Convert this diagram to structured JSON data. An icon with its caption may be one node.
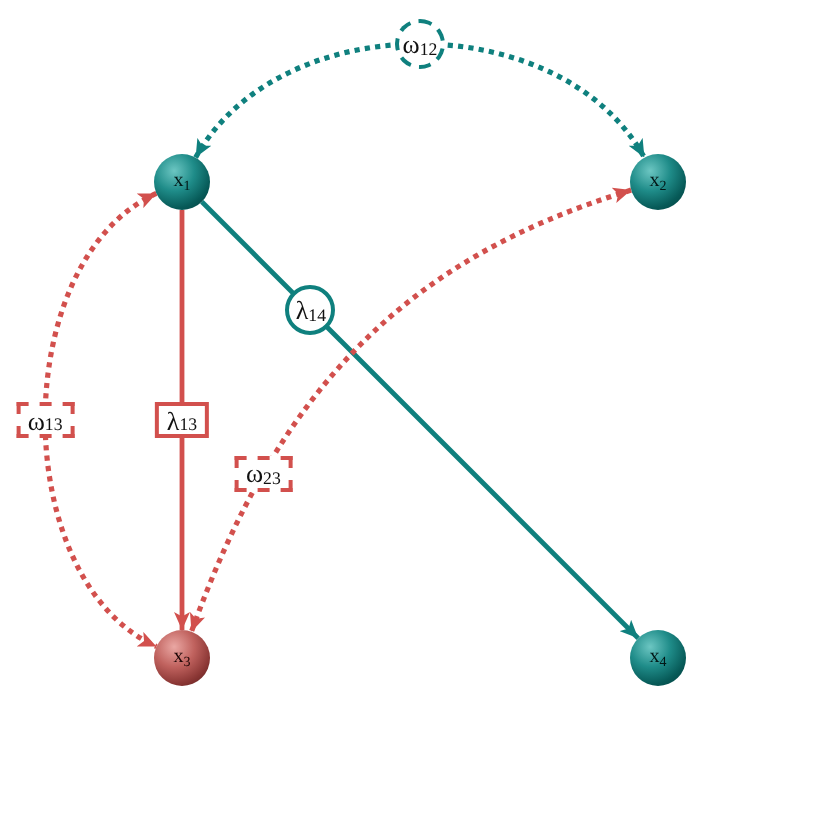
{
  "diagram": {
    "nodes": [
      {
        "text": [
          "x$_{1}$"
        ]
      },
      {
        "text": [
          "x$_{2}$"
        ]
      },
      {
        "text": [
          "x$_{3}$"
        ]
      },
      {
        "text": [
          "x$_{4}$"
        ]
      }
    ],
    "edges": [
      {
        "from": 0,
        "to": 1,
        "arrow": "both",
        "label": "ω$_{12}$",
        "style": "dashed",
        "color": "#0f807e"
      },
      {
        "from": 0,
        "to": 3,
        "arrow": "to",
        "label": "λ$_{14}$",
        "color": "#0f807e"
      },
      {
        "from": 0,
        "to": 2,
        "arrow": "to",
        "label": "λ$_{13}$"
      },
      {
        "from": 0,
        "to": 2,
        "arrow": "both",
        "label": "ω$_{13}$",
        "style": "dashed"
      },
      {
        "from": 1,
        "to": 2,
        "arrow": "both",
        "label": "ω$_{23}$",
        "style": "dashed"
      }
    ]
  }
}
